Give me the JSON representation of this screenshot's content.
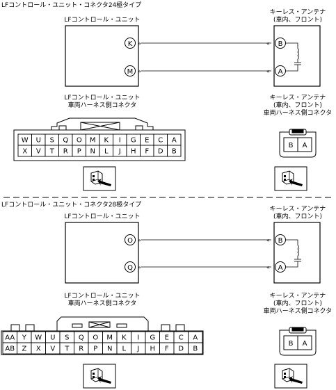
{
  "section1": {
    "heading": "LFコントロール・ユニット・コネクタ24極タイプ",
    "left_unit_title": "LFコントロール・ユニット",
    "right_unit_title_line1": "キーレス・アンテナ",
    "right_unit_title_line2": "(車内、フロント)",
    "left_pins": [
      "K",
      "M"
    ],
    "right_pins": [
      "B",
      "A"
    ],
    "left_conn_line1": "LFコントロール・ユニット",
    "left_conn_line2": "車両ハーネス側コネクタ",
    "right_conn_line1": "キーレス・アンテナ",
    "right_conn_line2": "(車内、フロント)",
    "right_conn_line3": "車両ハーネス側コネクタ",
    "connector_top_row": [
      "W",
      "U",
      "S",
      "Q",
      "O",
      "M",
      "K",
      "I",
      "G",
      "E",
      "C",
      "A"
    ],
    "connector_bottom_row": [
      "X",
      "V",
      "T",
      "R",
      "P",
      "N",
      "L",
      "J",
      "H",
      "F",
      "D",
      "B"
    ],
    "antenna_connector": [
      "B",
      "A"
    ]
  },
  "section2": {
    "heading": "LFコントロール・ユニット・コネクタ28極タイプ",
    "left_unit_title": "LFコントロール・ユニット",
    "right_unit_title_line1": "キーレス・アンテナ",
    "right_unit_title_line2": "(車内、フロント)",
    "left_pins": [
      "O",
      "Q"
    ],
    "right_pins": [
      "B",
      "A"
    ],
    "left_conn_line1": "LFコントロール・ユニット",
    "left_conn_line2": "車両ハーネス側コネクタ",
    "right_conn_line1": "キーレス・アンテナ",
    "right_conn_line2": "(車内、フロント)",
    "right_conn_line3": "車両ハーネス側コネクタ",
    "connector_top_row": [
      "AA",
      "Y",
      "W",
      "U",
      "S",
      "Q",
      "O",
      "M",
      "K",
      "I",
      "G",
      "E",
      "C",
      "A"
    ],
    "connector_bottom_row": [
      "AB",
      "Z",
      "X",
      "V",
      "T",
      "R",
      "P",
      "N",
      "L",
      "J",
      "H",
      "F",
      "D",
      "B"
    ],
    "antenna_connector": [
      "B",
      "A"
    ]
  },
  "icons": [
    "connector-probe-icon"
  ]
}
